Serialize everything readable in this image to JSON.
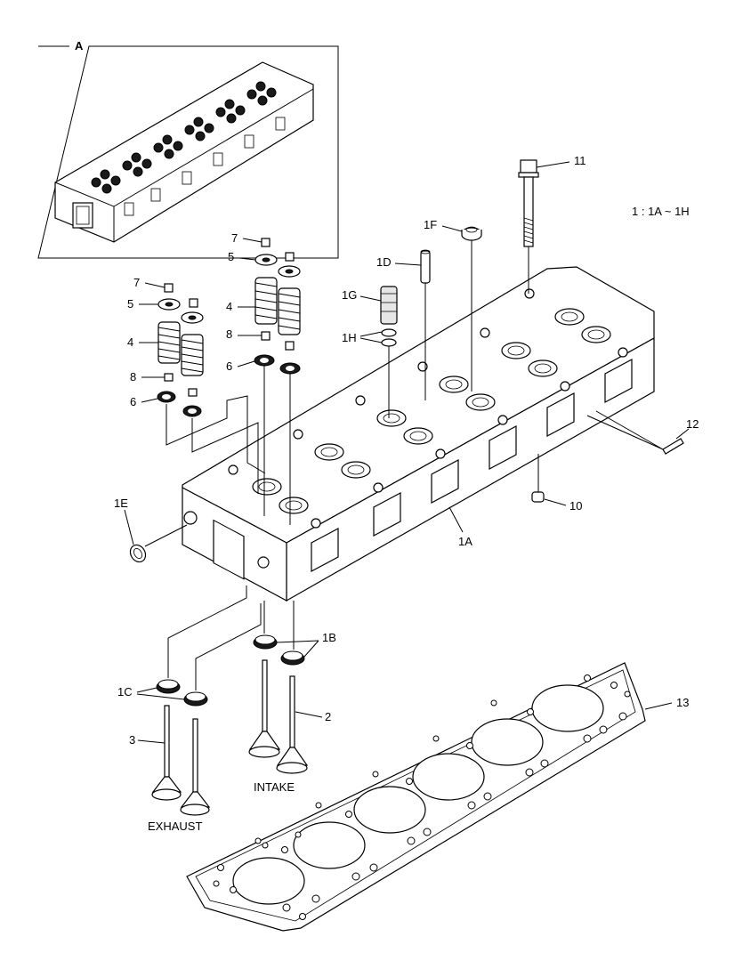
{
  "detail": {
    "label": "A"
  },
  "scale_note": "1 : 1A ~ 1H",
  "labels": {
    "l11": "11",
    "l1F": "1F",
    "l1D": "1D",
    "l1G": "1G",
    "l1H": "1H",
    "l7a": "7",
    "l5a": "5",
    "l4a": "4",
    "l8a": "8",
    "l6a": "6",
    "l7b": "7",
    "l5b": "5",
    "l4b": "4",
    "l8b": "8",
    "l6b": "6",
    "l12": "12",
    "l10": "10",
    "l1E": "1E",
    "l1A": "1A",
    "l1B": "1B",
    "l1C": "1C",
    "l2": "2",
    "l3": "3",
    "l13": "13"
  },
  "captions": {
    "intake": "INTAKE",
    "exhaust": "EXHAUST"
  }
}
